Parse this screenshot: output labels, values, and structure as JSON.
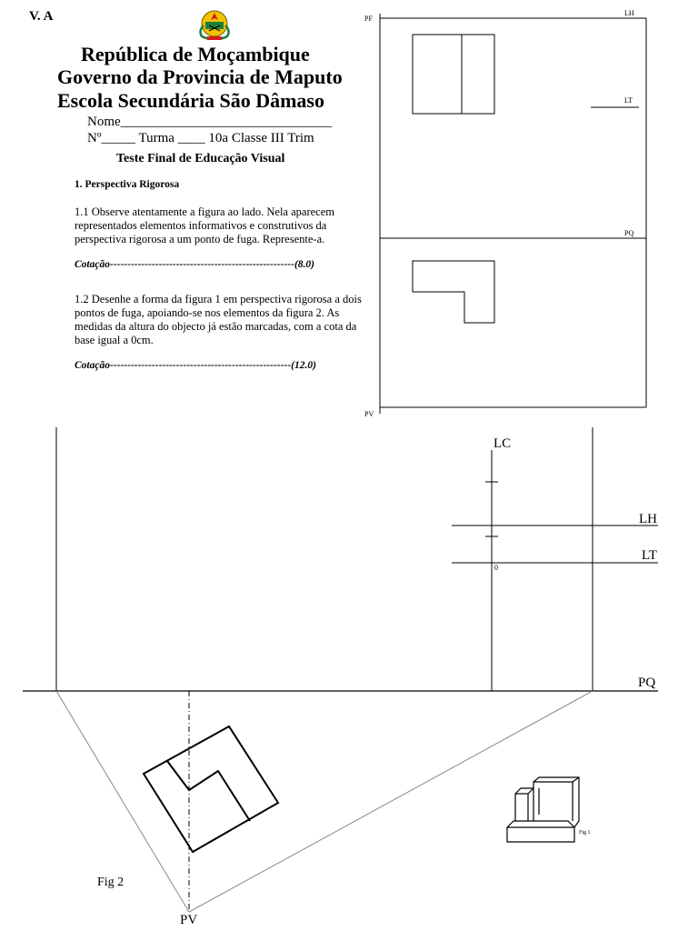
{
  "header": {
    "corner_mark": "V. A",
    "emblem": "mozambique-emblem",
    "lines": [
      "República de Moçambique",
      "Governo da Provincia de Maputo",
      "Escola Secundária São Dâmaso"
    ]
  },
  "form": {
    "name_line": "Nome_______________________________",
    "number_line": "Nº_____ Turma ____    10a Classe III Trim"
  },
  "test_title": "Teste Final de Educação Visual",
  "section": {
    "heading": "1. Perspectiva Rigorosa",
    "q1": "1.1 Observe atentamente a figura ao lado. Nela aparecem representados elementos informativos e construtivos da perspectiva rigorosa a um ponto de fuga. Represente-a.",
    "q1_score": "Cotação-----------------------------------------------------(8.0)",
    "q2": "1.2  Desenhe a forma da figura 1 em perspectiva rigorosa a dois pontos de fuga, apoiando-se nos elementos da figura 2. As medidas da altura do objecto já estão marcadas, com a cota da base igual a 0cm.",
    "q2_score": "Cotação----------------------------------------------------(12.0)"
  },
  "figure_top": {
    "pf": "PF",
    "lh": "LH",
    "lt": "LT",
    "pq": "PQ",
    "pv": "PV"
  },
  "figure_bottom": {
    "lc": "LC",
    "lh": "LH",
    "lt": "LT",
    "zero": "0",
    "pq": "PQ",
    "pv": "PV",
    "fig2": "Fig 2",
    "fig1": "Fig 1"
  }
}
